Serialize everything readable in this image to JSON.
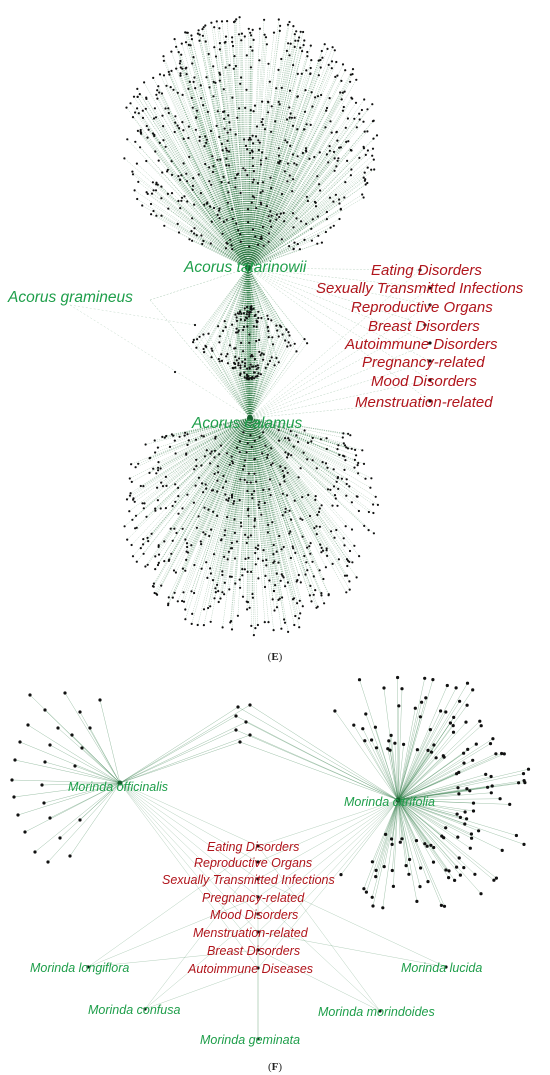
{
  "colors": {
    "edge": "#2f7a45",
    "node": "#111111",
    "plant_label": "#1e9e4a",
    "disease_label": "#b0151c",
    "hub": "#17602f"
  },
  "panel_e": {
    "label_open": "(",
    "label_letter": "E",
    "label_close": ")",
    "plants": [
      "Acorus tatarinowii",
      "Acorus gramineus",
      "Acorus calamus"
    ],
    "diseases": [
      "Eating Disorders",
      "Sexually Transmitted Infections",
      "Reproductive Organs",
      "Breast Disorders",
      "Autoimmune Disorders",
      "Pregnancy-related",
      "Mood Disorders",
      "Menstruation-related"
    ]
  },
  "panel_f": {
    "label_open": "(",
    "label_letter": "F",
    "label_close": ")",
    "plants": [
      "Morinda officinalis",
      "Morinda citrifolia",
      "Morinda longiflora",
      "Morinda lucida",
      "Morinda confusa",
      "Morinda morindoides",
      "Morinda geminata"
    ],
    "diseases": [
      "Eating Disorders",
      "Reproductive Organs",
      "Sexually Transmitted Infections",
      "Pregnancy-related",
      "Mood Disorders",
      "Menstruation-related",
      "Breast Disorders",
      "Autoimmune Diseases"
    ]
  }
}
